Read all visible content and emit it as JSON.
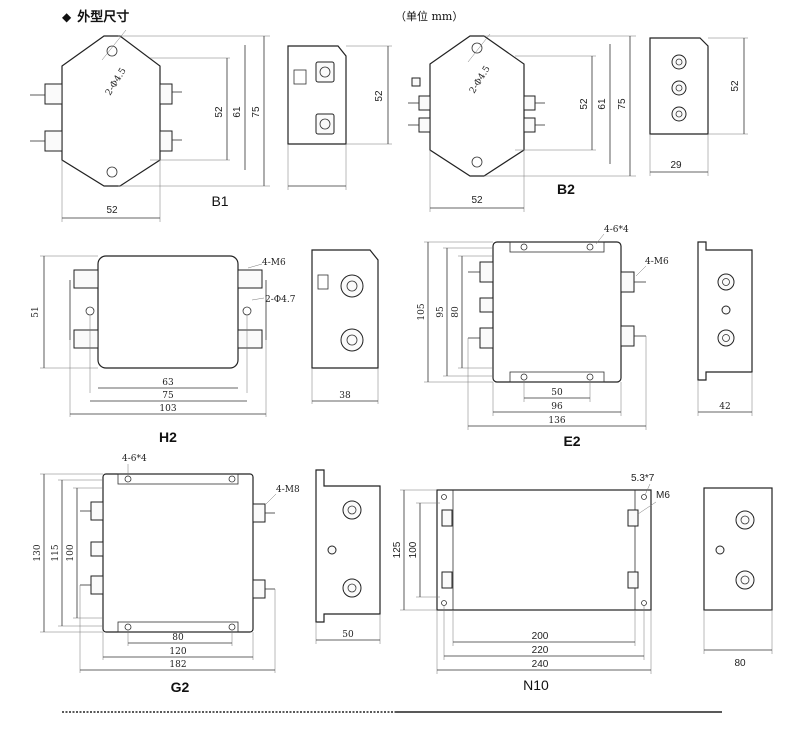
{
  "header": {
    "title": "外型尺寸",
    "unit": "（单位 mm）"
  },
  "models": {
    "b1": {
      "name": "B1",
      "w": "52",
      "h1": "52",
      "h2": "61",
      "h3": "75",
      "side_h": "52",
      "hole": "2-Φ4.5"
    },
    "b2": {
      "name": "B2",
      "w": "52",
      "h1": "52",
      "h2": "61",
      "h3": "75",
      "side_h": "52",
      "side_w": "29",
      "hole": "2-Φ4.5"
    },
    "h2": {
      "name": "H2",
      "h": "51",
      "w1": "63",
      "w2": "75",
      "w3": "103",
      "side_w": "38",
      "bolt": "4-M6",
      "hole": "2-Φ4.7"
    },
    "e2": {
      "name": "E2",
      "h1": "105",
      "h2": "95",
      "h3": "80",
      "w1": "50",
      "w2": "96",
      "w3": "136",
      "side_w": "42",
      "holes": "4-6*4",
      "bolt": "4-M6"
    },
    "g2": {
      "name": "G2",
      "h1": "130",
      "h2": "115",
      "h3": "100",
      "w1": "80",
      "w2": "120",
      "w3": "182",
      "side_w": "50",
      "holes": "4-6*4",
      "bolt": "4-M8"
    },
    "n10": {
      "name": "N10",
      "h1": "125",
      "h2": "100",
      "w1": "200",
      "w2": "220",
      "w3": "240",
      "side_w": "80",
      "holes": "5.3*7",
      "bolt": "M6"
    }
  }
}
